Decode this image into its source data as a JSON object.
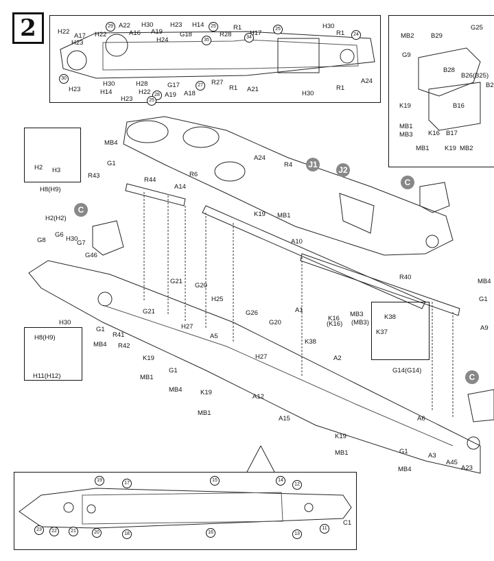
{
  "step": "2",
  "callouts": [
    "C",
    "J1",
    "J2"
  ],
  "top_inset_labels": [
    "H22",
    "A17",
    "H23",
    "H22",
    "A22",
    "H30",
    "A16",
    "A19",
    "H23",
    "G18",
    "H14",
    "R28",
    "R1",
    "H17",
    "H30",
    "R1",
    "H24",
    "H30",
    "H23",
    "H14",
    "H28",
    "H22",
    "H23",
    "A19",
    "G17",
    "A18",
    "R27",
    "R1",
    "A21",
    "H30",
    "R1",
    "A24"
  ],
  "top_inset_numbers": [
    "29",
    "30",
    "28",
    "35",
    "25",
    "34",
    "25",
    "24",
    "27",
    "25"
  ],
  "right_inset_labels": [
    "MB2",
    "B29",
    "G25",
    "G9",
    "B28",
    "B26(B25)",
    "B2",
    "K19",
    "B16",
    "MB1",
    "MB3",
    "K16",
    "B17",
    "MB1",
    "K19",
    "MB2"
  ],
  "main_labels": [
    "H2",
    "H3",
    "H8(H9)",
    "H2(H2)",
    "H30",
    "G6",
    "G7",
    "G8",
    "G46",
    "H30",
    "MB4",
    "G1",
    "R43",
    "R44",
    "A14",
    "R6",
    "A24",
    "R4",
    "K19",
    "MB1",
    "A10",
    "R40",
    "G21",
    "G20",
    "H25",
    "G21",
    "G1",
    "R41",
    "MB4",
    "R42",
    "H27",
    "A5",
    "G26",
    "G20",
    "K19",
    "MB1",
    "H27",
    "A12",
    "K16",
    "(K16)",
    "MB3",
    "(MB3)",
    "A1",
    "K38",
    "K38",
    "K37",
    "A2",
    "G1",
    "MB4",
    "K19",
    "MB1",
    "G14(G14)",
    "A15",
    "K19",
    "MB1",
    "A6",
    "G1",
    "MB4",
    "A3",
    "A45",
    "A23",
    "MB4",
    "G1",
    "A9",
    "H8(H9)",
    "H11(H12)"
  ],
  "bottom_inset_numbers": [
    "19",
    "17",
    "15",
    "14",
    "12",
    "23",
    "22",
    "21",
    "20",
    "18",
    "16",
    "13",
    "11"
  ],
  "bottom_inset_labels": [
    "C1"
  ]
}
